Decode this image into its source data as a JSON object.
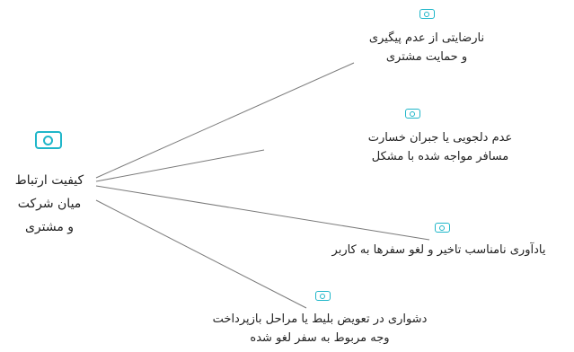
{
  "colors": {
    "icon": "#1fb6c9",
    "edge": "#7a7a7a",
    "text": "#222222"
  },
  "root": {
    "icon": "ticket-icon",
    "lines": [
      "کیفیت ارتباط",
      "میان شرکت",
      "و مشتری"
    ]
  },
  "branches": [
    {
      "icon": "ticket-icon",
      "lines": [
        "نارضایتی از عدم پیگیری",
        "و حمایت مشتری"
      ]
    },
    {
      "icon": "ticket-icon",
      "lines": [
        "عدم دلجویی یا جبران خسارت",
        "مسافر مواجه شده با مشکل"
      ]
    },
    {
      "icon": "ticket-icon",
      "lines": [
        "یادآوری نامناسب تاخیر و لغو سفرها به کاربر"
      ]
    },
    {
      "icon": "ticket-icon",
      "lines": [
        "دشواری در تعویض بلیط یا مراحل بازپرداخت",
        "وجه مربوط به سفر لغو شده"
      ]
    }
  ]
}
